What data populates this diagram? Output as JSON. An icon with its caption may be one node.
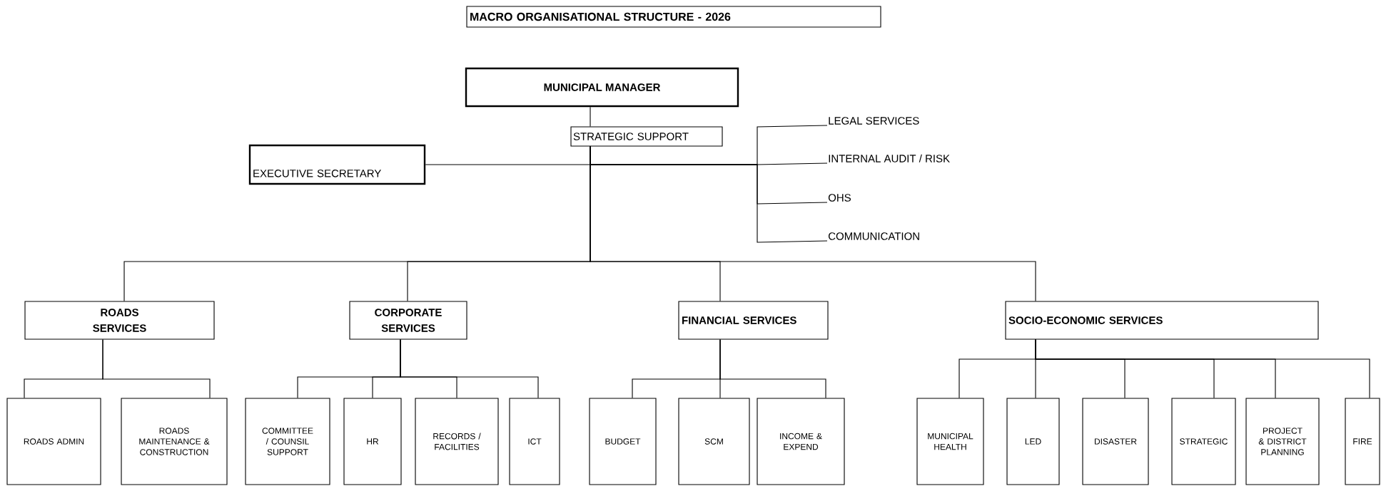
{
  "diagram": {
    "title": "MACRO ORGANISATIONAL STRUCTURE  - 2026",
    "nodes": [
      {
        "text": [
          "MUNICIPAL MANAGER"
        ]
      },
      {
        "text": [
          "STRATEGIC SUPPORT"
        ]
      },
      {
        "text": [
          "EXECUTIVE SECRETARY"
        ]
      },
      {
        "text": [
          "LEGAL SERVICES"
        ]
      },
      {
        "text": [
          "INTERNAL AUDIT / RISK"
        ]
      },
      {
        "text": [
          "OHS"
        ]
      },
      {
        "text": [
          "COMMUNICATION"
        ]
      },
      {
        "text": [
          "ROADS SERVICES"
        ]
      },
      {
        "text": [
          "CORPORATE SERVICES"
        ]
      },
      {
        "text": [
          "FINANCIAL SERVICES"
        ]
      },
      {
        "text": [
          "SOCIO-ECONOMIC SERVICES"
        ]
      },
      {
        "text": [
          "ROADS ADMIN"
        ]
      },
      {
        "text": [
          "ROADS MAINTENANCE & CONSTRUCTION"
        ]
      },
      {
        "text": [
          "COMMITTEE / COUNSIL SUPPORT"
        ]
      },
      {
        "text": [
          "HR"
        ]
      },
      {
        "text": [
          "RECORDS / FACILITIES"
        ]
      },
      {
        "text": [
          "ICT"
        ]
      },
      {
        "text": [
          "BUDGET"
        ]
      },
      {
        "text": [
          "SCM"
        ]
      },
      {
        "text": [
          "INCOME & EXPEND"
        ]
      },
      {
        "text": [
          "MUNICIPAL HEALTH"
        ]
      },
      {
        "text": [
          "LED"
        ]
      },
      {
        "text": [
          "DISASTER"
        ]
      },
      {
        "text": [
          "STRATEGIC"
        ]
      },
      {
        "text": [
          "PROJECT & DISTRICT PLANNING"
        ]
      },
      {
        "text": [
          "FIRE"
        ]
      }
    ],
    "edges": [
      {
        "from": 0,
        "to": 1,
        "arrow": "none"
      },
      {
        "from": 1,
        "to": 2,
        "arrow": "none"
      },
      {
        "from": 1,
        "to": 3,
        "arrow": "none"
      },
      {
        "from": 1,
        "to": 4,
        "arrow": "none"
      },
      {
        "from": 1,
        "to": 5,
        "arrow": "none"
      },
      {
        "from": 1,
        "to": 6,
        "arrow": "none"
      },
      {
        "from": 1,
        "to": 7,
        "arrow": "none"
      },
      {
        "from": 1,
        "to": 8,
        "arrow": "none"
      },
      {
        "from": 1,
        "to": 9,
        "arrow": "none"
      },
      {
        "from": 1,
        "to": 10,
        "arrow": "none"
      },
      {
        "from": 7,
        "to": 11,
        "arrow": "none"
      },
      {
        "from": 7,
        "to": 12,
        "arrow": "none"
      },
      {
        "from": 8,
        "to": 13,
        "arrow": "none"
      },
      {
        "from": 8,
        "to": 14,
        "arrow": "none"
      },
      {
        "from": 8,
        "to": 15,
        "arrow": "none"
      },
      {
        "from": 8,
        "to": 16,
        "arrow": "none"
      },
      {
        "from": 9,
        "to": 17,
        "arrow": "none"
      },
      {
        "from": 9,
        "to": 18,
        "arrow": "none"
      },
      {
        "from": 9,
        "to": 19,
        "arrow": "none"
      },
      {
        "from": 10,
        "to": 20,
        "arrow": "none"
      },
      {
        "from": 10,
        "to": 21,
        "arrow": "none"
      },
      {
        "from": 10,
        "to": 22,
        "arrow": "none"
      },
      {
        "from": 10,
        "to": 23,
        "arrow": "none"
      },
      {
        "from": 10,
        "to": 24,
        "arrow": "none"
      },
      {
        "from": 10,
        "to": 25,
        "arrow": "none"
      }
    ]
  }
}
